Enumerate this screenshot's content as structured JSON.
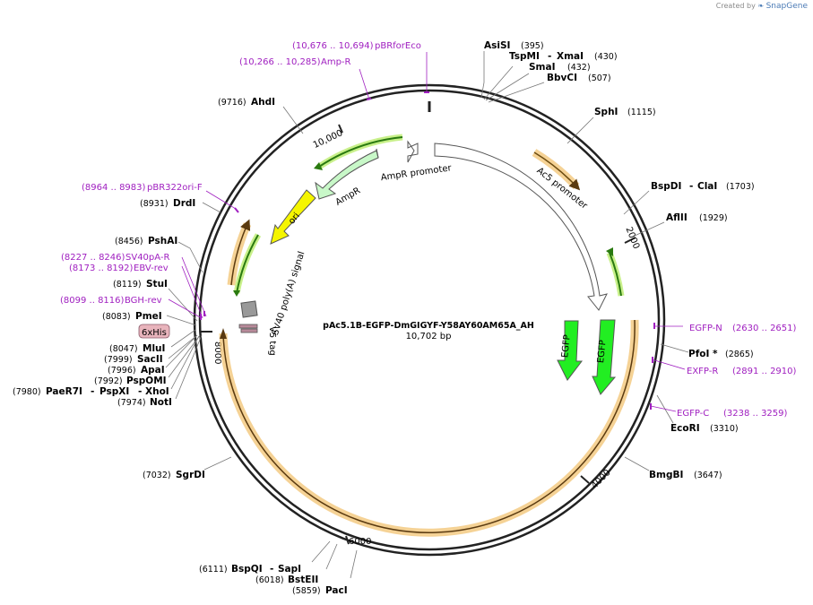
{
  "credit": {
    "text": "Created by",
    "brand": "SnapGene",
    "logo_icon": "snapgene-logo-icon"
  },
  "plasmid": {
    "name": "pAc5.1B-EGFP-DmGIGYF-Y58AY60AM65A_AH",
    "size": "10,702 bp"
  },
  "ticks": {
    "t2000": "2000",
    "t4000": "4000",
    "t6000": "6000",
    "t8000": "8000",
    "t10000": "10,000"
  },
  "features": {
    "egfp1": "EGFP",
    "egfp2": "EGFP",
    "ac5": "Ac5 promoter",
    "ampr": "AmpR",
    "ampr_promoter": "AmpR promoter",
    "ori": "ori",
    "sv40": "SV40 poly(A) signal",
    "v5": "V5 tag",
    "his": "6xHis"
  },
  "sites": {
    "asisi": {
      "name": "AsiSI",
      "pos": "(395)"
    },
    "tspmi": {
      "name": "TspMI",
      "sep": "-",
      "name2": "XmaI",
      "pos": "(430)"
    },
    "smai": {
      "name": "SmaI",
      "pos": "(432)"
    },
    "bbvci": {
      "name": "BbvCI",
      "pos": "(507)"
    },
    "sphi": {
      "name": "SphI",
      "pos": "(1115)"
    },
    "bspdi": {
      "name": "BspDI",
      "sep": "-",
      "name2": "ClaI",
      "pos": "(1703)"
    },
    "aflii": {
      "name": "AflII",
      "pos": "(1929)"
    },
    "pfoi": {
      "name": "PfoI *",
      "pos": "(2865)"
    },
    "ecori": {
      "name": "EcoRI",
      "pos": "(3310)"
    },
    "bmgbi": {
      "name": "BmgBI",
      "pos": "(3647)"
    },
    "paci": {
      "name": "PacI",
      "pos": "(5859)"
    },
    "bsteii": {
      "name": "BstEII",
      "pos": "(6018)"
    },
    "bspqi": {
      "name": "BspQI",
      "sep": "-",
      "name2": "SapI",
      "pos": "(6111)"
    },
    "sgrdi": {
      "name": "SgrDI",
      "pos": "(7032)"
    },
    "noti": {
      "name": "NotI",
      "pos": "(7974)"
    },
    "paer7i": {
      "name": "PaeR7I",
      "sep": "-",
      "name2": "PspXI",
      "sep2": "-",
      "name3": "XhoI",
      "pos": "(7980)"
    },
    "pspomi": {
      "name": "PspOMI",
      "pos": "(7992)"
    },
    "apai": {
      "name": "ApaI",
      "pos": "(7996)"
    },
    "sacii": {
      "name": "SacII",
      "pos": "(7999)"
    },
    "mlui": {
      "name": "MluI",
      "pos": "(8047)"
    },
    "pmei": {
      "name": "PmeI",
      "pos": "(8083)"
    },
    "stui": {
      "name": "StuI",
      "pos": "(8119)"
    },
    "pshai": {
      "name": "PshAI",
      "pos": "(8456)"
    },
    "drdi": {
      "name": "DrdI",
      "pos": "(8931)"
    },
    "ahdi": {
      "name": "AhdI",
      "pos": "(9716)"
    }
  },
  "primers": {
    "pbrforeco": {
      "name": "pBRforEco",
      "pos": "(10,676 .. 10,694)"
    },
    "ampr": {
      "name": "Amp-R",
      "pos": "(10,266 .. 10,285)"
    },
    "pbr322ori": {
      "name": "pBR322ori-F",
      "pos": "(8964 .. 8983)"
    },
    "sv40pa": {
      "name": "SV40pA-R",
      "pos": "(8227 .. 8246)"
    },
    "ebv": {
      "name": "EBV-rev",
      "pos": "(8173 .. 8192)"
    },
    "bgh": {
      "name": "BGH-rev",
      "pos": "(8099 .. 8116)"
    },
    "egfpn": {
      "name": "EGFP-N",
      "pos": "(2630 .. 2651)"
    },
    "exfpr": {
      "name": "EXFP-R",
      "pos": "(2891 .. 2910)"
    },
    "egfpc": {
      "name": "EGFP-C",
      "pos": "(3238 .. 3259)"
    }
  },
  "colors": {
    "backbone": "#222222",
    "primer": "#a020c0",
    "egfp": "#22ee22",
    "ampr": "#c8f8c8",
    "ori": "#f5f500",
    "orf_halo": "#f3c77a",
    "his_fill": "#e8b4bc"
  }
}
